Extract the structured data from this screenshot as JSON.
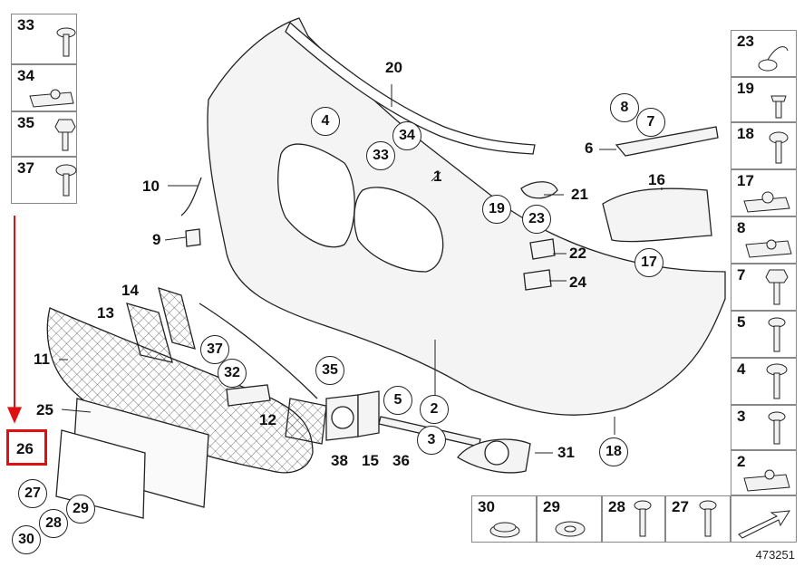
{
  "diagram": {
    "id_number": "473251",
    "highlight_color": "#e01010",
    "highlighted_part": "26"
  },
  "left_column": [
    "33",
    "34",
    "35",
    "37"
  ],
  "right_column": [
    "23",
    "19",
    "18",
    "17",
    "8",
    "7",
    "5",
    "4",
    "3",
    "2"
  ],
  "bottom_row": [
    "30",
    "29",
    "28",
    "27"
  ],
  "labels": {
    "n1": "1",
    "n2": "2",
    "n3": "3",
    "n4": "4",
    "n5": "5",
    "n6": "6",
    "n7": "7",
    "n8": "8",
    "n9": "9",
    "n10": "10",
    "n11": "11",
    "n12": "12",
    "n13": "13",
    "n14": "14",
    "n15": "15",
    "n16": "16",
    "n17": "17",
    "n18": "18",
    "n19": "19",
    "n20": "20",
    "n21": "21",
    "n22": "22",
    "n23": "23",
    "n24": "24",
    "n25": "25",
    "n26": "26",
    "n27": "27",
    "n28": "28",
    "n29": "29",
    "n30": "30",
    "n31": "31",
    "n32": "32",
    "n33": "33",
    "n34": "34",
    "n35": "35",
    "n36": "36",
    "n37": "37",
    "n38": "38"
  }
}
